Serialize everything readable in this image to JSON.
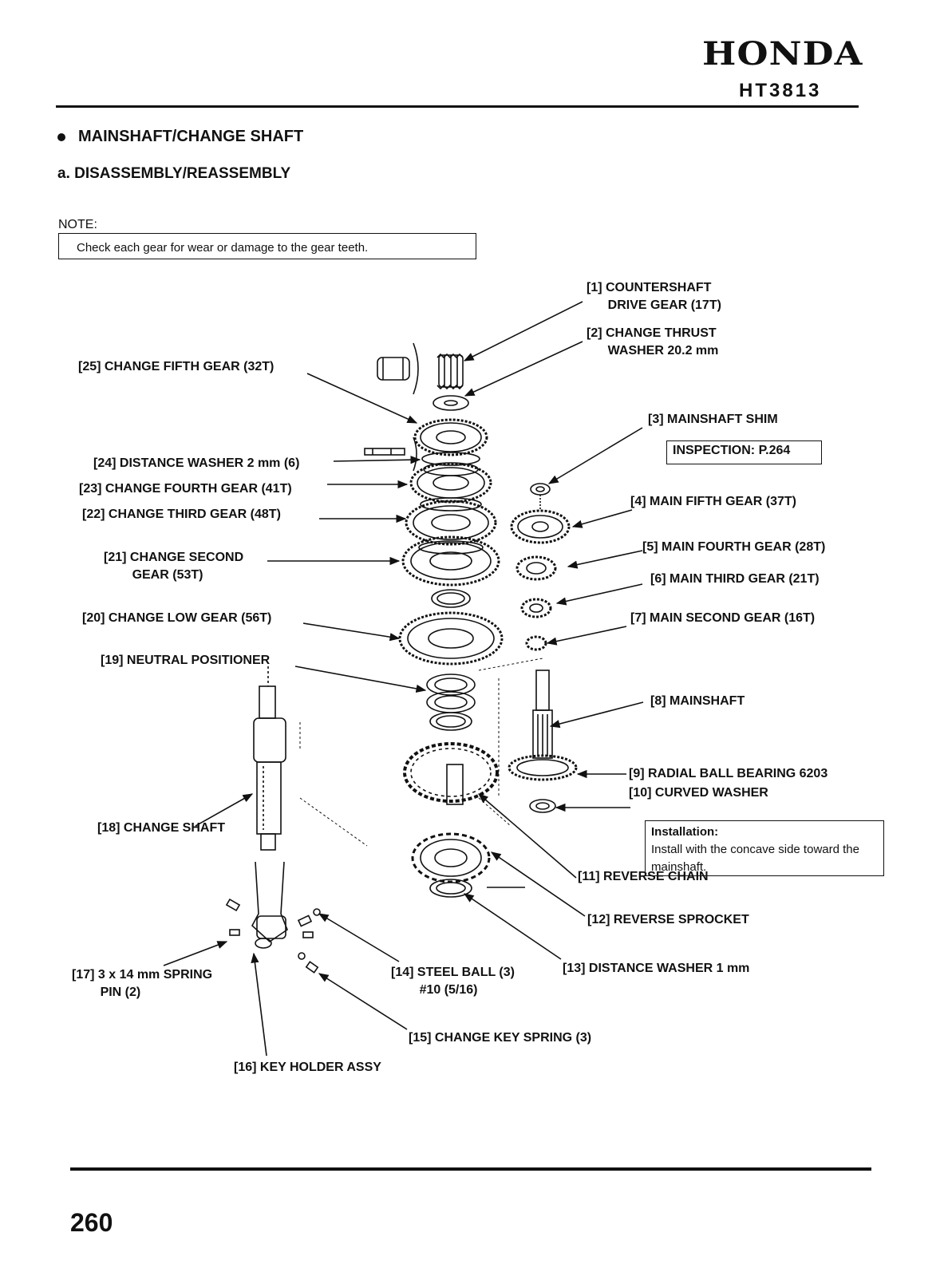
{
  "header": {
    "brand": "HONDA",
    "model": "HT3813"
  },
  "section": {
    "title": "MAINSHAFT/CHANGE SHAFT",
    "subtitle": "a. DISASSEMBLY/REASSEMBLY"
  },
  "note": {
    "label": "NOTE:",
    "text": "Check each gear for wear or damage to the gear teeth."
  },
  "callouts": {
    "c1": "[1] COUNTERSHAFT\n      DRIVE GEAR (17T)",
    "c2": "[2] CHANGE THRUST\n      WASHER 20.2 mm",
    "c3": "[3] MAINSHAFT SHIM",
    "c3_ref": "INSPECTION: P.264",
    "c4": "[4] MAIN FIFTH GEAR (37T)",
    "c5": "[5] MAIN FOURTH GEAR (28T)",
    "c6": "[6] MAIN THIRD GEAR (21T)",
    "c7": "[7] MAIN SECOND GEAR (16T)",
    "c8": "[8] MAINSHAFT",
    "c9": "[9] RADIAL BALL BEARING 6203",
    "c10": "[10] CURVED WASHER",
    "c10_note_title": "Installation:",
    "c10_note_text": "Install with the concave side toward the mainshaft.",
    "c11": "[11] REVERSE CHAIN",
    "c12": "[12] REVERSE SPROCKET",
    "c13": "[13] DISTANCE WASHER 1 mm",
    "c14": "[14] STEEL BALL (3)\n        #10 (5/16)",
    "c15": "[15] CHANGE KEY SPRING (3)",
    "c16": "[16] KEY HOLDER ASSY",
    "c17": "[17] 3 x 14 mm SPRING\n        PIN (2)",
    "c18": "[18] CHANGE SHAFT",
    "c19": "[19] NEUTRAL POSITIONER",
    "c20": "[20] CHANGE LOW GEAR (56T)",
    "c21": "[21] CHANGE SECOND\n        GEAR (53T)",
    "c22": "[22] CHANGE THIRD GEAR (48T)",
    "c23": "[23] CHANGE FOURTH GEAR (41T)",
    "c24": "[24] DISTANCE WASHER 2 mm (6)",
    "c25": "[25] CHANGE FIFTH GEAR (32T)"
  },
  "footer": {
    "page_number": "260"
  }
}
